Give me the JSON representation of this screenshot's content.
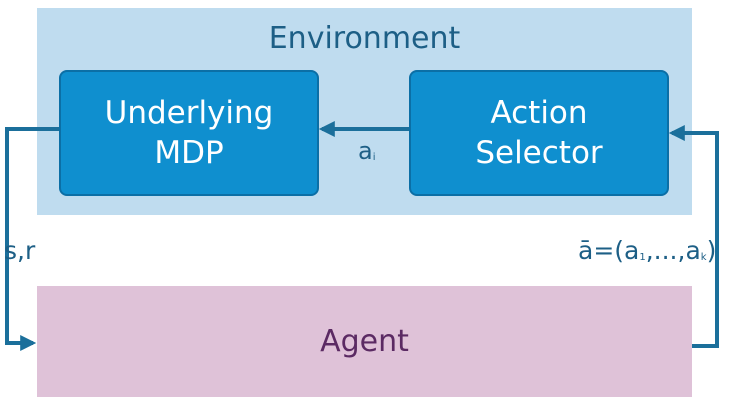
{
  "environment": {
    "title": "Environment"
  },
  "mdp": {
    "line1": "Underlying",
    "line2": "MDP"
  },
  "selector": {
    "line1": "Action",
    "line2": "Selector"
  },
  "agent": {
    "label": "Agent"
  },
  "labels": {
    "ai": {
      "main": "a",
      "sub": "i"
    },
    "sr": "s,r",
    "abar": {
      "prefix": "ā=(a",
      "sub1": "1",
      "mid": ",...,a",
      "subk": "k",
      "suffix": ")"
    }
  },
  "colors": {
    "environment_bg": "#bfdcef",
    "box_fill": "#0f8fcf",
    "agent_bg": "#dfc2d8",
    "arrow": "#1b6f9b",
    "agent_text": "#5b2a63"
  }
}
